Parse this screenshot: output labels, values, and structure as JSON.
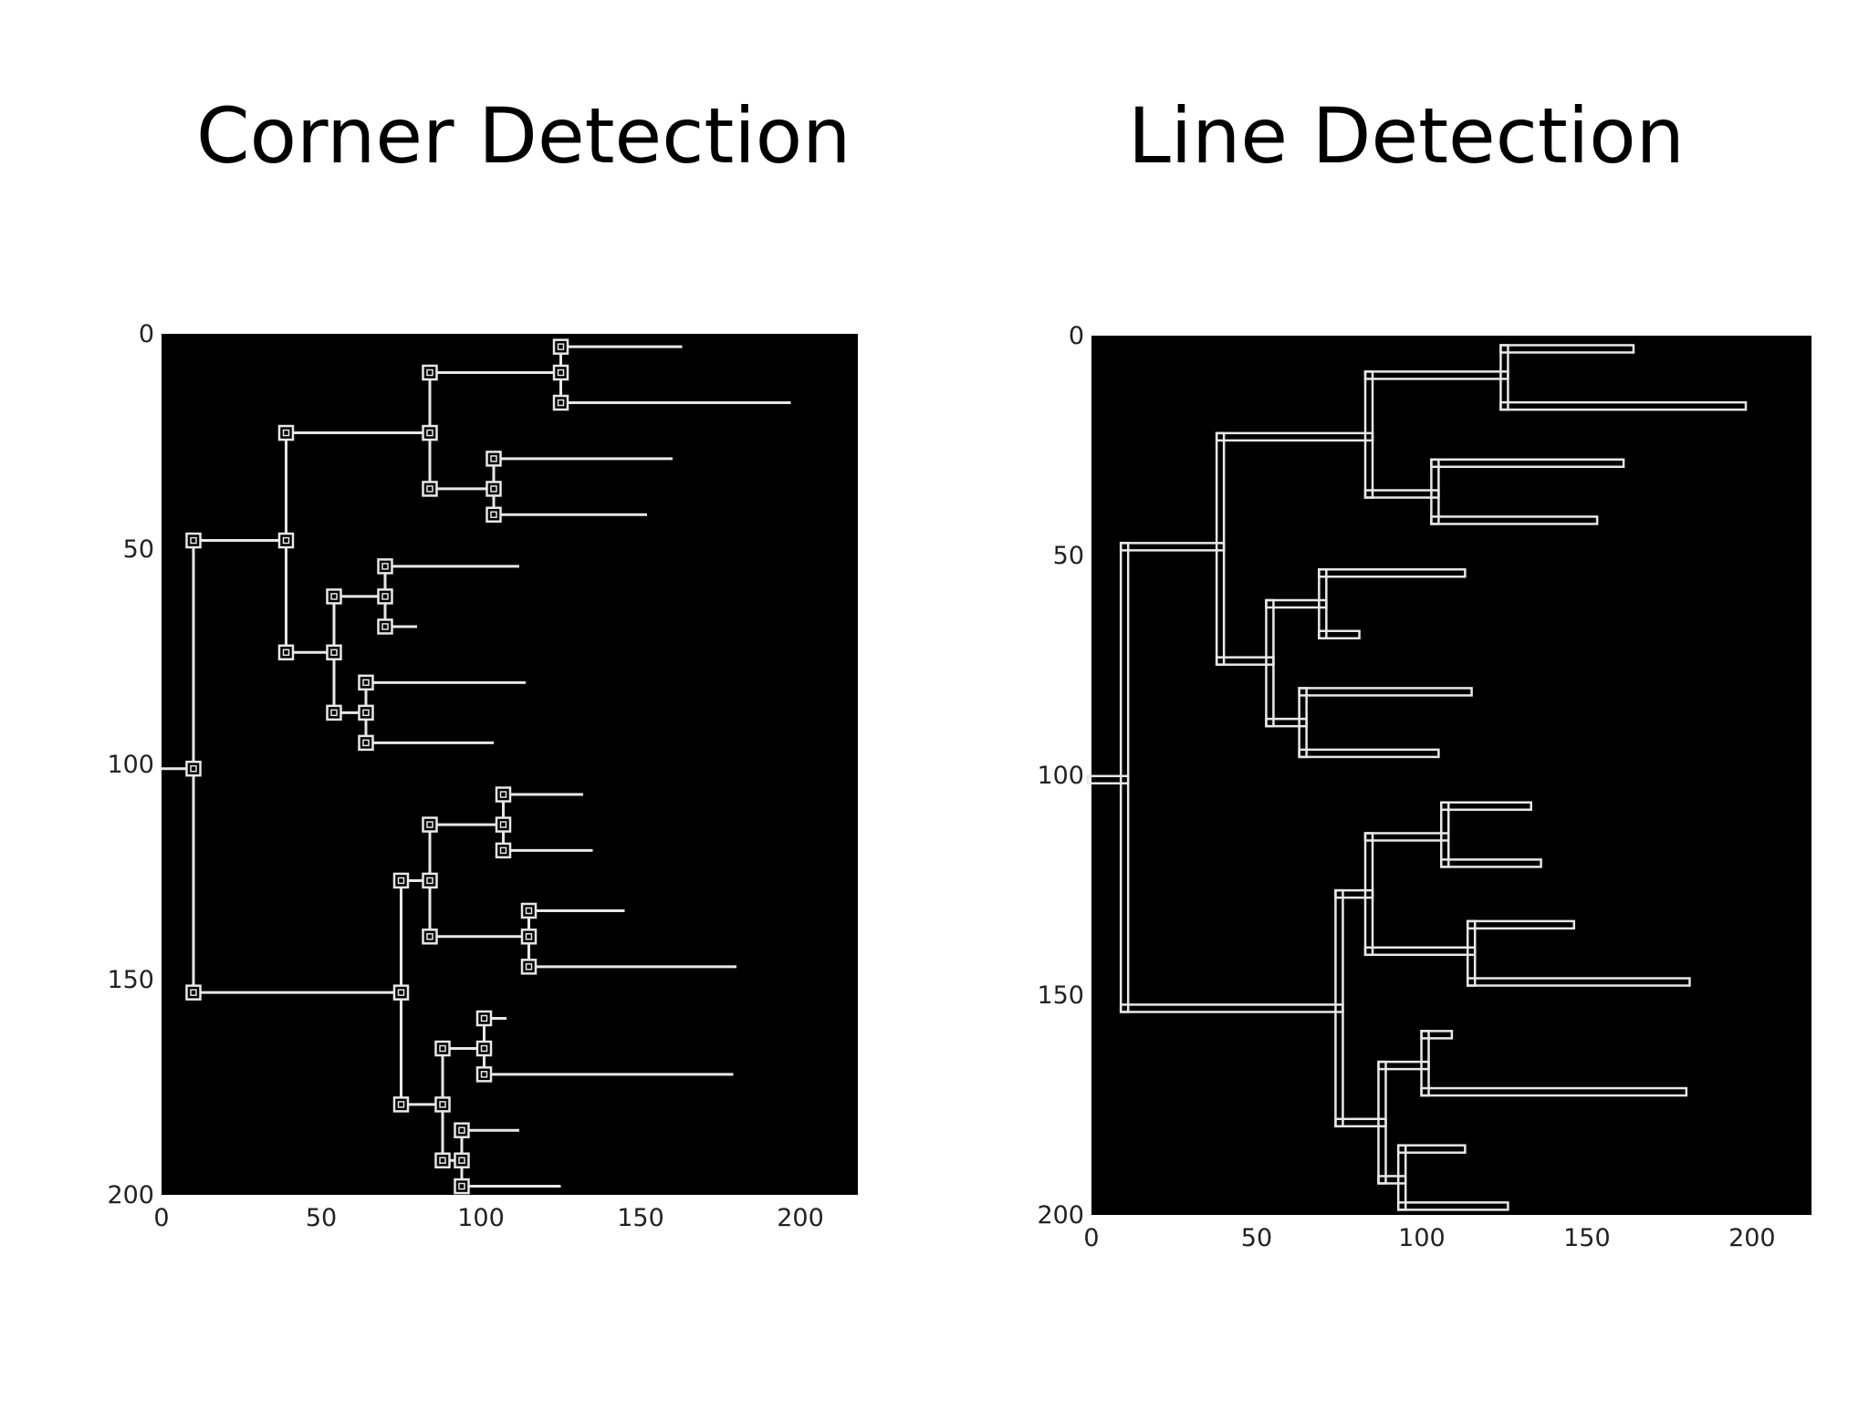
{
  "panels": {
    "left": {
      "title": "Corner Detection"
    },
    "right": {
      "title": "Line Detection"
    }
  },
  "chart_data": [
    {
      "type": "image-plot",
      "title": "Corner Detection",
      "xlim": [
        0,
        218
      ],
      "ylim": [
        200,
        0
      ],
      "xticks": [
        "0",
        "50",
        "100",
        "150",
        "200"
      ],
      "yticks": [
        "0",
        "50",
        "100",
        "150",
        "200"
      ],
      "background": "#000000",
      "stroke": "#e8e8e8",
      "marker": "square"
    },
    {
      "type": "image-plot",
      "title": "Line Detection",
      "xlim": [
        0,
        218
      ],
      "ylim": [
        200,
        0
      ],
      "xticks": [
        "0",
        "50",
        "100",
        "150",
        "200"
      ],
      "yticks": [
        "0",
        "50",
        "100",
        "150",
        "200"
      ],
      "background": "#000000",
      "stroke": "#e8e8e8",
      "style": "double-line"
    }
  ],
  "tree": {
    "hlines": [
      [
        125,
        3,
        163
      ],
      [
        84,
        9,
        125
      ],
      [
        125,
        16,
        197
      ],
      [
        39,
        23,
        84
      ],
      [
        104,
        29,
        160
      ],
      [
        84,
        36,
        104
      ],
      [
        104,
        42,
        152
      ],
      [
        10,
        48,
        39
      ],
      [
        70,
        54,
        112
      ],
      [
        54,
        61,
        70
      ],
      [
        70,
        68,
        80
      ],
      [
        39,
        74,
        54
      ],
      [
        64,
        81,
        114
      ],
      [
        54,
        88,
        64
      ],
      [
        64,
        95,
        104
      ],
      [
        0,
        101,
        10
      ],
      [
        107,
        107,
        132
      ],
      [
        84,
        114,
        107
      ],
      [
        107,
        120,
        135
      ],
      [
        75,
        127,
        84
      ],
      [
        115,
        134,
        145
      ],
      [
        84,
        140,
        115
      ],
      [
        115,
        147,
        180
      ],
      [
        10,
        153,
        75
      ],
      [
        101,
        159,
        108
      ],
      [
        88,
        166,
        101
      ],
      [
        101,
        172,
        179
      ],
      [
        75,
        179,
        88
      ],
      [
        94,
        185,
        112
      ],
      [
        88,
        192,
        94
      ],
      [
        94,
        198,
        125
      ]
    ],
    "vlines": [
      [
        125,
        3,
        16
      ],
      [
        84,
        9,
        36
      ],
      [
        104,
        29,
        42
      ],
      [
        39,
        23,
        74
      ],
      [
        70,
        54,
        68
      ],
      [
        54,
        61,
        88
      ],
      [
        64,
        81,
        95
      ],
      [
        10,
        48,
        153
      ],
      [
        107,
        107,
        120
      ],
      [
        84,
        114,
        140
      ],
      [
        115,
        134,
        147
      ],
      [
        75,
        127,
        179
      ],
      [
        101,
        159,
        172
      ],
      [
        88,
        166,
        192
      ],
      [
        94,
        185,
        198
      ]
    ],
    "corners": [
      [
        125,
        3
      ],
      [
        125,
        9
      ],
      [
        125,
        16
      ],
      [
        84,
        9
      ],
      [
        84,
        23
      ],
      [
        39,
        23
      ],
      [
        104,
        29
      ],
      [
        104,
        36
      ],
      [
        104,
        42
      ],
      [
        84,
        36
      ],
      [
        39,
        48
      ],
      [
        10,
        48
      ],
      [
        70,
        54
      ],
      [
        70,
        61
      ],
      [
        70,
        68
      ],
      [
        54,
        61
      ],
      [
        54,
        74
      ],
      [
        39,
        74
      ],
      [
        64,
        81
      ],
      [
        64,
        88
      ],
      [
        64,
        95
      ],
      [
        54,
        88
      ],
      [
        10,
        101
      ],
      [
        107,
        107
      ],
      [
        107,
        114
      ],
      [
        107,
        120
      ],
      [
        84,
        114
      ],
      [
        84,
        127
      ],
      [
        75,
        127
      ],
      [
        115,
        134
      ],
      [
        115,
        140
      ],
      [
        115,
        147
      ],
      [
        84,
        140
      ],
      [
        10,
        153
      ],
      [
        75,
        153
      ],
      [
        101,
        159
      ],
      [
        101,
        166
      ],
      [
        101,
        172
      ],
      [
        88,
        166
      ],
      [
        88,
        179
      ],
      [
        75,
        179
      ],
      [
        94,
        185
      ],
      [
        94,
        192
      ],
      [
        94,
        198
      ],
      [
        88,
        192
      ]
    ]
  }
}
